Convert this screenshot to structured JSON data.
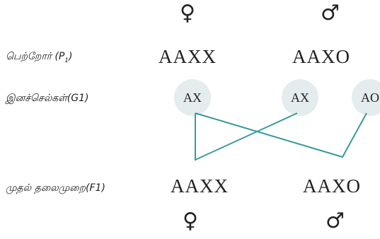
{
  "symbols": {
    "female": "♀",
    "male": "♂"
  },
  "rows": {
    "parents_label": "பெற்றோர் (P",
    "parents_sub": "1",
    "parents_close": ")",
    "gametes_label": "இனச்செல்கள்(G1)",
    "f1_label": "முதல் தலைமுறை(F1)"
  },
  "parents": {
    "female": "AAXX",
    "male": "AAXO"
  },
  "gametes": [
    "AX",
    "AX",
    "AO"
  ],
  "offspring": {
    "female": "AAXX",
    "male": "AAXO"
  },
  "colors": {
    "gamete_circle": "#e4ecee",
    "cross_line": "#3a9a9a"
  }
}
